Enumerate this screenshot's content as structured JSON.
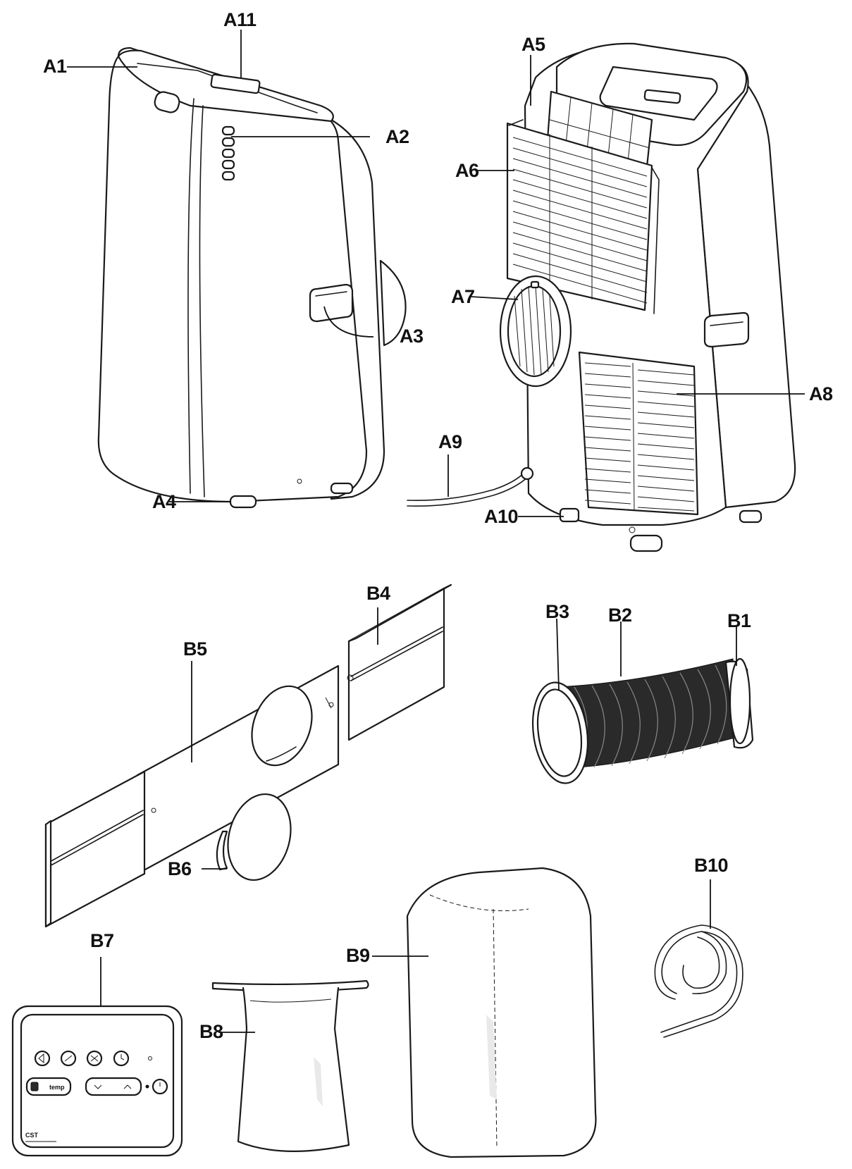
{
  "labels": {
    "a1": "A1",
    "a2": "A2",
    "a3": "A3",
    "a4": "A4",
    "a5": "A5",
    "a6": "A6",
    "a7": "A7",
    "a8": "A8",
    "a9": "A9",
    "a10": "A10",
    "a11": "A11",
    "b1": "B1",
    "b2": "B2",
    "b3": "B3",
    "b4": "B4",
    "b5": "B5",
    "b6": "B6",
    "b7": "B7",
    "b8": "B8",
    "b9": "B9",
    "b10": "B10"
  },
  "remote_panel": {
    "mode_text": "temp",
    "brand_text": "CST"
  },
  "icons": [
    "power-icon",
    "fan-icon",
    "snowflake-icon",
    "timer-icon",
    "up-arrow-icon",
    "down-arrow-icon",
    "mode-icon"
  ]
}
